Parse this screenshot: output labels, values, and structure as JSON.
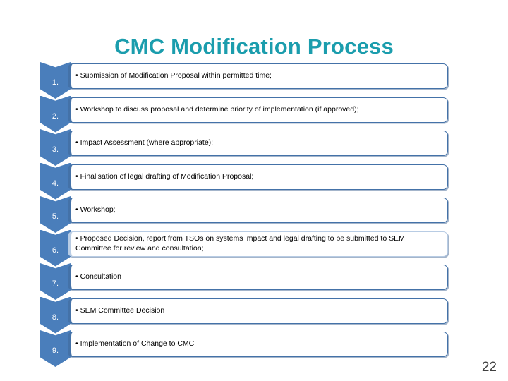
{
  "slide": {
    "title": "CMC Modification Process",
    "title_color": "#1b9dad",
    "background_color": "#ffffff",
    "page_number": "22"
  },
  "theme": {
    "chevron_fill": "#4a7ebb",
    "chevron_number_color": "#ffffff",
    "box_border": "#4472a8",
    "box_border_selected": "#b8cce4",
    "box_fill": "#ffffff",
    "text_color": "#000000"
  },
  "process": {
    "steps": [
      {
        "number": "1.",
        "text": "• Submission of Modification Proposal within permitted time;",
        "selected": false
      },
      {
        "number": "2.",
        "text": "• Workshop to discuss proposal and determine priority of implementation (if approved);",
        "selected": false
      },
      {
        "number": "3.",
        "text": "• Impact Assessment (where appropriate);",
        "selected": false
      },
      {
        "number": "4.",
        "text": "• Finalisation of legal drafting of Modification Proposal;",
        "selected": false
      },
      {
        "number": "5.",
        "text": "• Workshop;",
        "selected": false
      },
      {
        "number": "6.",
        "text": "• Proposed Decision, report from TSOs on systems impact and legal drafting to be submitted to SEM Committee for review and consultation;",
        "selected": true
      },
      {
        "number": "7.",
        "text": "• Consultation",
        "selected": false
      },
      {
        "number": "8.",
        "text": "• SEM Committee Decision",
        "selected": false
      },
      {
        "number": "9.",
        "text": "• Implementation of Change to CMC",
        "selected": false
      }
    ]
  }
}
